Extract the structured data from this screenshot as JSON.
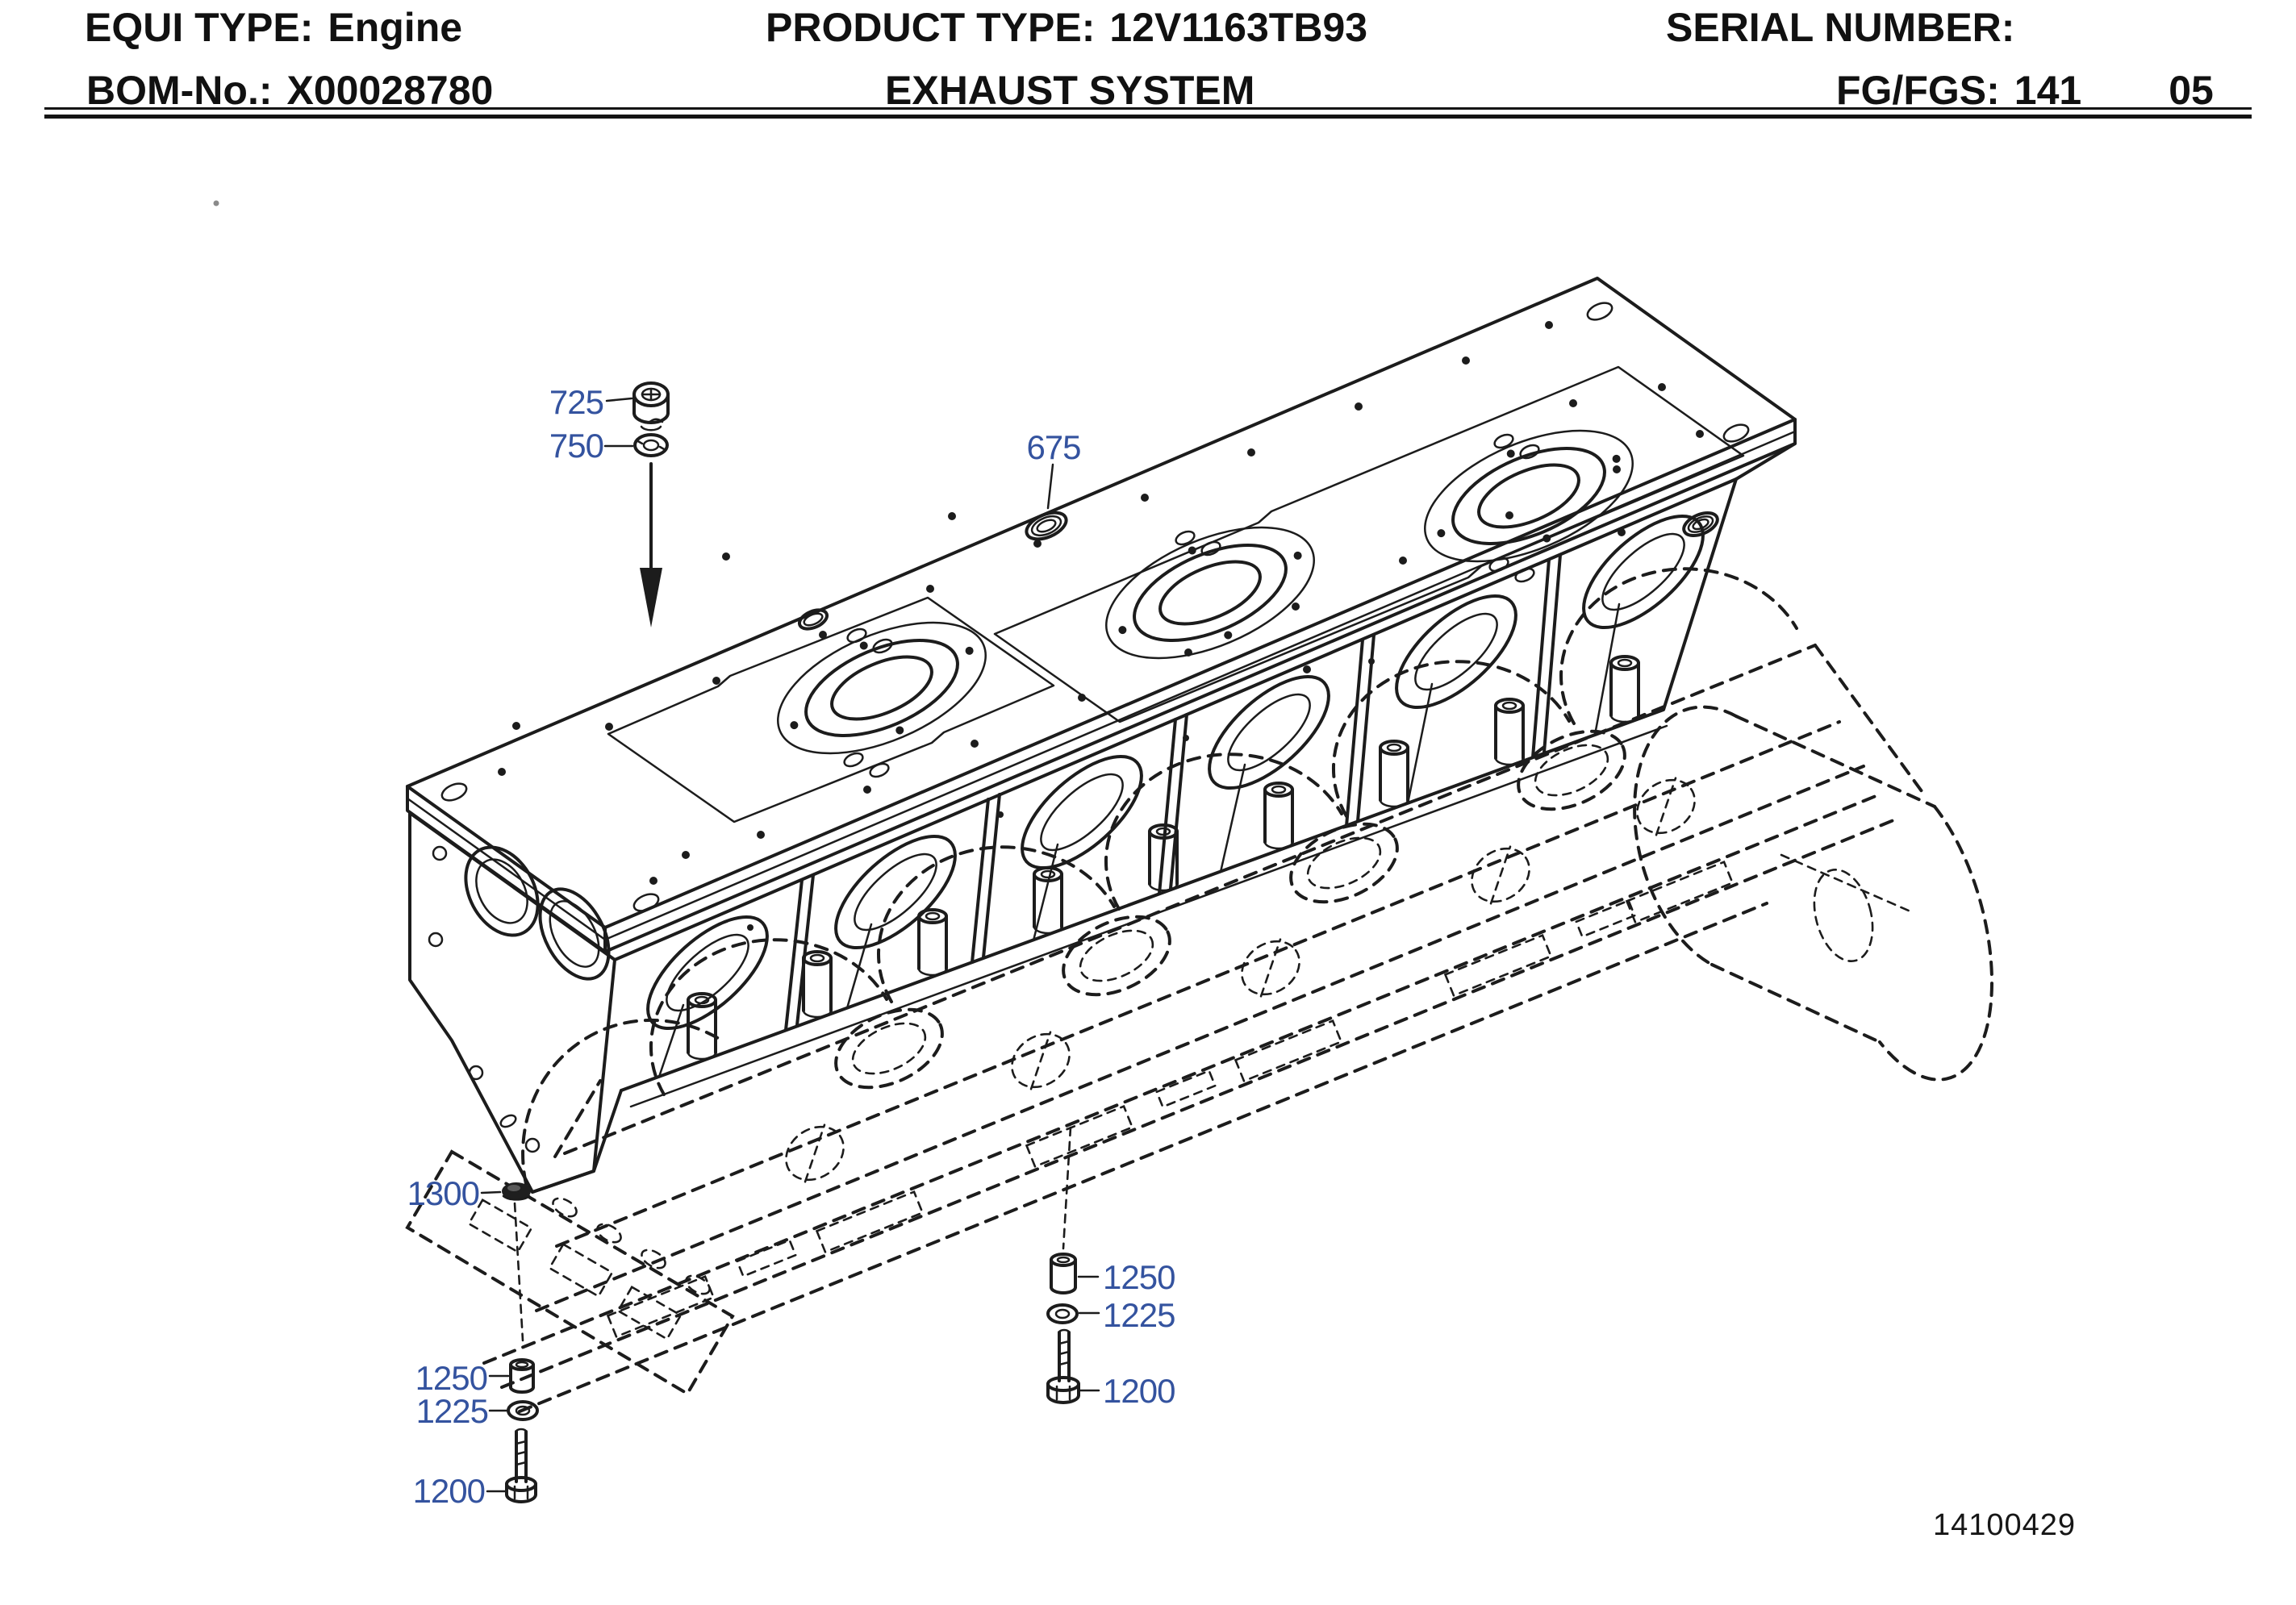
{
  "header": {
    "equi_label": "EQUI TYPE:",
    "equi_value": "Engine",
    "product_label": "PRODUCT TYPE:",
    "product_value": "12V1163TB93",
    "serial_label": "SERIAL NUMBER:",
    "serial_value": "",
    "bom_label": "BOM-No.:",
    "bom_value": "X00028780",
    "system_title": "EXHAUST SYSTEM",
    "fg_label": "FG/FGS:",
    "fg_value": "141",
    "sheet_number": "05"
  },
  "diagram": {
    "drawing_number": "14100429",
    "callouts": {
      "c725": "725",
      "c750": "750",
      "c675": "675",
      "c1300": "1300",
      "c1250_left": "1250",
      "c1225_left": "1225",
      "c1200_left": "1200",
      "c1250_mid": "1250",
      "c1225_mid": "1225",
      "c1200_mid": "1200"
    }
  },
  "colors": {
    "callout_blue": "#34539f",
    "ink": "#1c1c1c",
    "paper": "#ffffff"
  }
}
